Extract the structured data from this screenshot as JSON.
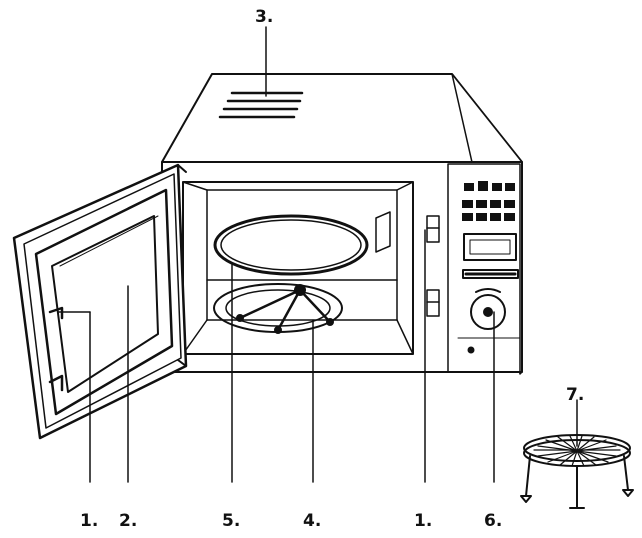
{
  "callouts": {
    "door_latch_left": "1.",
    "door_window": "2.",
    "top_vent": "3.",
    "turntable_coupler": "4.",
    "glass_tray": "5.",
    "door_latch_right": "1.",
    "control_panel": "6.",
    "grill_rack": "7."
  },
  "icons": {
    "microwave": "microwave-oven-icon",
    "rack": "grill-rack-icon"
  },
  "colors": {
    "ink": "#111111",
    "paper": "#ffffff"
  }
}
